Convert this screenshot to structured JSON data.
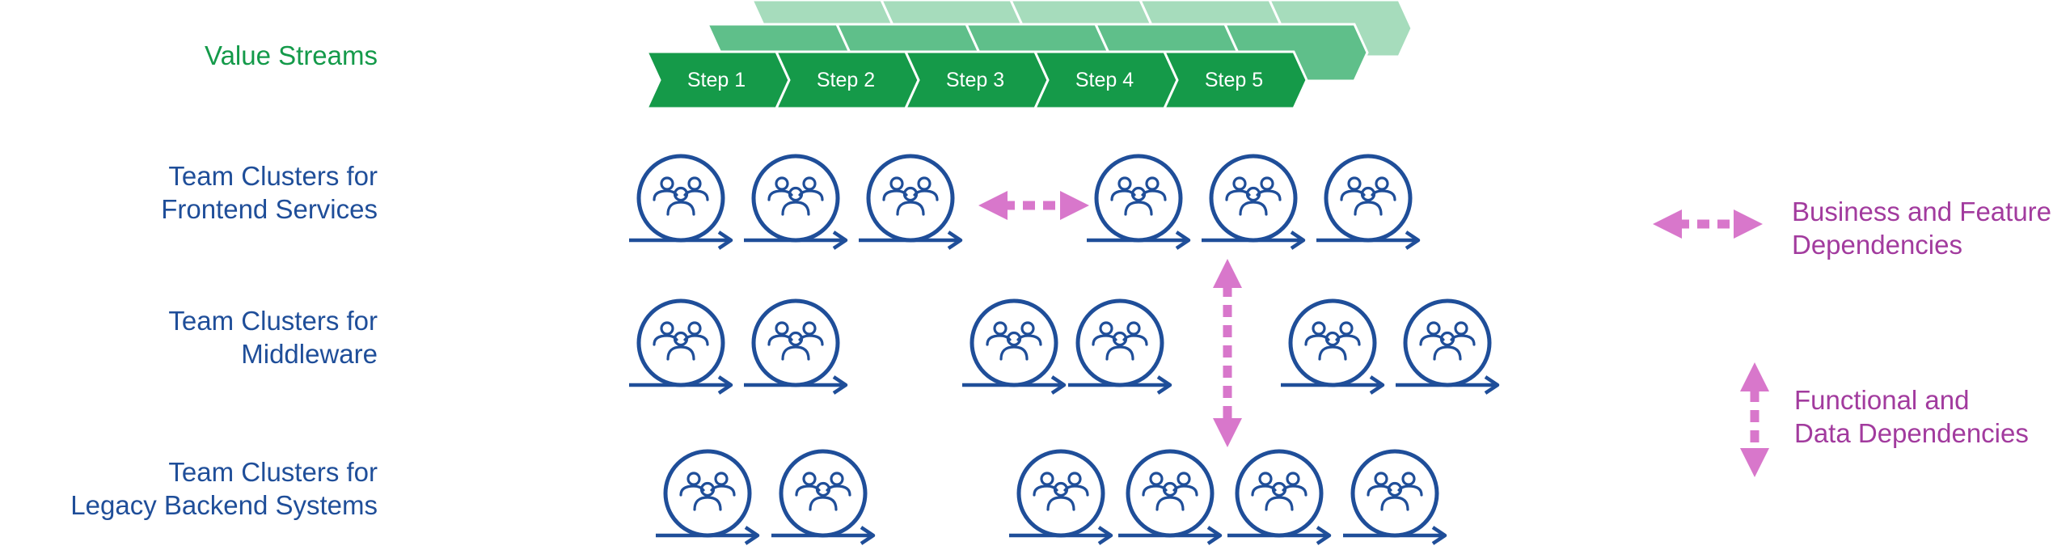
{
  "labels": {
    "value_streams": "Value Streams",
    "frontend": {
      "line1": "Team Clusters for",
      "line2": "Frontend Services"
    },
    "middleware": {
      "line1": "Team Clusters for",
      "line2": "Middleware"
    },
    "legacy": {
      "line1": "Team Clusters for",
      "line2": "Legacy Backend Systems"
    }
  },
  "steps": [
    "Step 1",
    "Step 2",
    "Step 3",
    "Step 4",
    "Step 5"
  ],
  "legend": {
    "business": {
      "line1": "Business and Feature",
      "line2": "Dependencies"
    },
    "functional": {
      "line1": "Functional and",
      "line2": "Data Dependencies"
    }
  },
  "team_counts": {
    "frontend": 6,
    "middleware": 6,
    "legacy": 6
  },
  "colors": {
    "team_blue": "#1f4e99",
    "stream_green": "#159a49",
    "stream_green_mid": "#5fbf8a",
    "stream_green_light": "#a6dcbc",
    "value_streams_text": "#149a4a",
    "dependency_pink": "#d877cb",
    "legend_text": "#a23b9e"
  },
  "icons": {
    "team": "team-cycle-icon",
    "horizontal_dependency": "double-arrow-horizontal-icon",
    "vertical_dependency": "double-arrow-vertical-icon"
  }
}
